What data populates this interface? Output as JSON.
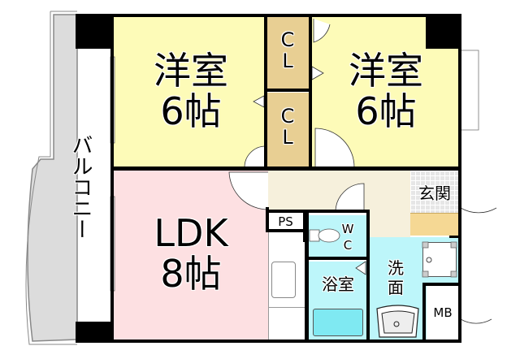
{
  "floor_plan": {
    "rooms": {
      "western_room_left": {
        "name": "洋室",
        "size": "6帖",
        "color": "#fdfbb8"
      },
      "western_room_right": {
        "name": "洋室",
        "size": "6帖",
        "color": "#fdfbb8"
      },
      "closet_upper": {
        "line1": "C",
        "line2": "L",
        "color": "#e8cf93"
      },
      "closet_lower": {
        "line1": "C",
        "line2": "L",
        "color": "#e8cf93"
      },
      "ldk": {
        "name": "LDK",
        "size": "8帖",
        "color": "#fde0e2"
      },
      "balcony": {
        "name": "バルコニー",
        "color": "#dcdcdc"
      },
      "entrance": {
        "name": "玄関",
        "color": "#e6e6e6"
      },
      "hallway": {
        "color": "#f6f0dc"
      },
      "pipe_space": {
        "name": "PS"
      },
      "toilet": {
        "line1": "W",
        "line2": "C",
        "color": "#bdf6fa"
      },
      "bathroom": {
        "name": "浴室",
        "color": "#bdf6fa"
      },
      "washroom": {
        "line1": "洗",
        "line2": "面",
        "color": "#bdf6fa"
      },
      "meter_box": {
        "name": "MB"
      }
    }
  }
}
